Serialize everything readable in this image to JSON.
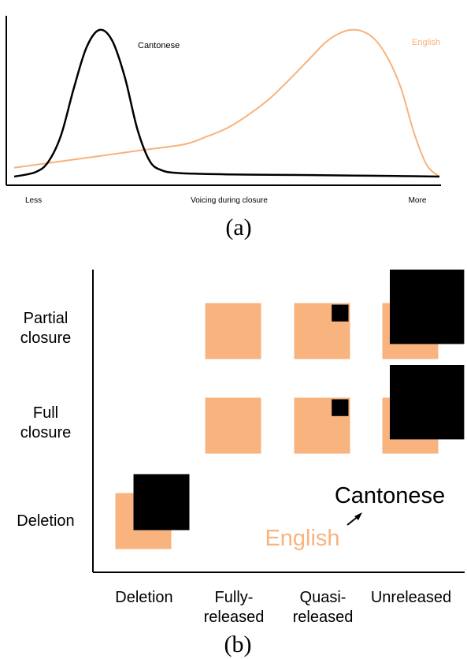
{
  "chart_data": [
    {
      "panel": "(a)",
      "type": "line",
      "title": "",
      "xlabel": "Voicing during closure",
      "ylabel": "",
      "x_tick_labels": [
        "Less",
        "More"
      ],
      "xlim": [
        0,
        1
      ],
      "ylim": [
        0,
        1
      ],
      "grid": false,
      "colors": {
        "Cantonese": "#000000",
        "English": "#f7b27c"
      },
      "series": [
        {
          "name": "Cantonese",
          "x": [
            0.0,
            0.05,
            0.08,
            0.11,
            0.14,
            0.17,
            0.2,
            0.23,
            0.26,
            0.29,
            0.32,
            0.35,
            0.38,
            0.42,
            0.5,
            0.6,
            0.7,
            0.8,
            0.9,
            1.0
          ],
          "values": [
            0.0,
            0.03,
            0.1,
            0.28,
            0.6,
            0.88,
            1.0,
            0.93,
            0.68,
            0.32,
            0.1,
            0.04,
            0.025,
            0.02,
            0.015,
            0.012,
            0.01,
            0.007,
            0.004,
            0.0
          ]
        },
        {
          "name": "English",
          "x": [
            0.0,
            0.1,
            0.2,
            0.3,
            0.4,
            0.45,
            0.5,
            0.55,
            0.6,
            0.65,
            0.7,
            0.73,
            0.76,
            0.79,
            0.82,
            0.85,
            0.88,
            0.91,
            0.94,
            0.97,
            1.0
          ],
          "values": [
            0.06,
            0.1,
            0.14,
            0.18,
            0.22,
            0.27,
            0.33,
            0.42,
            0.53,
            0.67,
            0.82,
            0.91,
            0.97,
            1.0,
            0.99,
            0.93,
            0.8,
            0.6,
            0.3,
            0.08,
            0.0
          ]
        }
      ],
      "caption": "(a)"
    },
    {
      "panel": "(b)",
      "type": "scatter",
      "title": "",
      "xlabel": "",
      "ylabel": "",
      "categories_x": [
        "Deletion",
        "Fully-\nreleased",
        "Quasi-\nreleased",
        "Unreleased"
      ],
      "categories_y": [
        "Deletion",
        "Full\nclosure",
        "Partial\nclosure"
      ],
      "grid": false,
      "legend": {
        "entries": [
          "Cantonese",
          "English"
        ],
        "placement": "bottom-right"
      },
      "colors": {
        "Cantonese": "#000000",
        "English": "#f8b37f"
      },
      "series": [
        {
          "name": "English",
          "points": [
            {
              "x": "Deletion",
              "y": "Deletion",
              "size": 1.0
            },
            {
              "x": "Fully-\nreleased",
              "y": "Full\nclosure",
              "size": 1.0
            },
            {
              "x": "Quasi-\nreleased",
              "y": "Full\nclosure",
              "size": 1.0
            },
            {
              "x": "Unreleased",
              "y": "Full\nclosure",
              "size": 1.0
            },
            {
              "x": "Fully-\nreleased",
              "y": "Partial\nclosure",
              "size": 1.0
            },
            {
              "x": "Quasi-\nreleased",
              "y": "Partial\nclosure",
              "size": 1.0
            },
            {
              "x": "Unreleased",
              "y": "Partial\nclosure",
              "size": 1.0
            }
          ]
        },
        {
          "name": "Cantonese",
          "points": [
            {
              "x": "Deletion",
              "y": "Deletion",
              "size": 1.0
            },
            {
              "x": "Quasi-\nreleased",
              "y": "Full\nclosure",
              "size": 0.3
            },
            {
              "x": "Unreleased",
              "y": "Full\nclosure",
              "size": 1.33
            },
            {
              "x": "Quasi-\nreleased",
              "y": "Partial\nclosure",
              "size": 0.3
            },
            {
              "x": "Unreleased",
              "y": "Partial\nclosure",
              "size": 1.33
            }
          ]
        }
      ],
      "caption": "(b)"
    }
  ]
}
